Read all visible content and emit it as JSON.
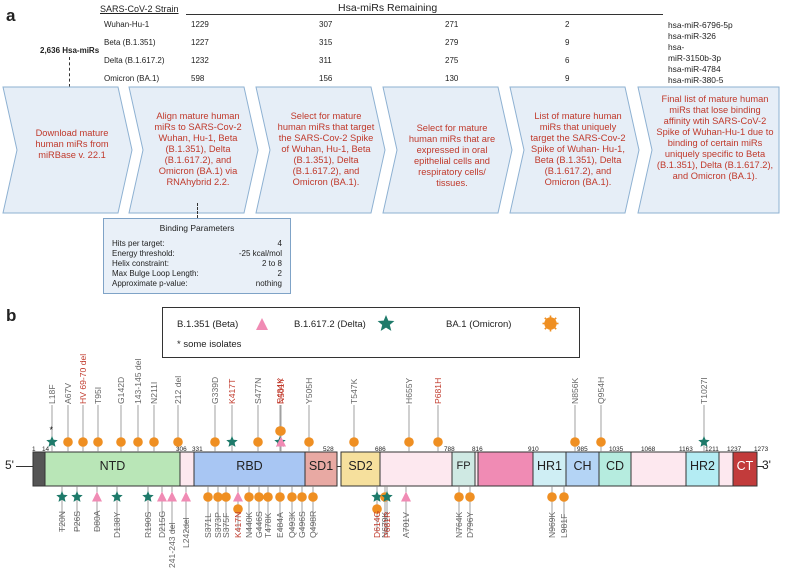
{
  "panel_a": {
    "letter": "a",
    "strain_header": "SARS-CoV-2 Strain",
    "remaining_header": "Hsa-miRs Remaining",
    "total_label": "2,636 Hsa-miRs",
    "strains": [
      {
        "name": "Wuhan-Hu-1",
        "values": [
          "1229",
          "307",
          "271",
          "2"
        ]
      },
      {
        "name": "Beta (B.1.351)",
        "values": [
          "1227",
          "315",
          "279",
          "9"
        ]
      },
      {
        "name": "Delta (B.1.617.2)",
        "values": [
          "1232",
          "311",
          "275",
          "6"
        ]
      },
      {
        "name": "Omicron (BA.1)",
        "values": [
          "598",
          "156",
          "130",
          "9"
        ]
      }
    ],
    "final_mirs": [
      "hsa-miR-6796-5p",
      "hsa-miR-326",
      "hsa-",
      "miR-3150b-3p",
      "hsa-miR-4784",
      "hsa-miR-380-5"
    ],
    "steps": [
      "Download mature human miRs from miRBase v. 22.1",
      "Align mature human miRs to SARS-Cov-2 Wuhan, Hu-1, Beta (B.1.351), Delta (B.1.617.2), and Omicron (BA.1) via RNAhybrid 2.2.",
      "Select for mature human miRs that target the SARS-Cov-2 Spike of Wuhan, Hu-1, Beta (B.1.351), Delta (B.1.617.2), and Omicron (BA.1).",
      "Select for mature human miRs that are expressed in oral epithelial cells and respiratory cells/ tissues.",
      "List of mature human miRs that uniquely target the SARS-Cov-2 Spike of Wuhan- Hu-1, Beta (B.1.351), Delta (B.1.617.2), and Omicron (BA.1).",
      "Final list of mature human miRs that lose binding affinity wtih SARS-CoV-2 Spike of Wuhan-Hu-1 due to binding of certain miRs uniquely specific to Beta (B.1.351), Delta (B.1.617.2), and Omicron (BA.1)."
    ],
    "binding": {
      "title": "Binding Parameters",
      "rows": [
        {
          "label": "Hits per target:",
          "value": "4"
        },
        {
          "label": "Energy threshold:",
          "value": "-25 kcal/mol"
        },
        {
          "label": "Helix constraint:",
          "value": "2 to 8"
        },
        {
          "label": "Max Bulge Loop Length:",
          "value": "2"
        },
        {
          "label": "Approximate p-value:",
          "value": "nothing"
        }
      ]
    }
  },
  "panel_b": {
    "letter": "b",
    "legend": {
      "beta": "B.1.351 (Beta)",
      "delta": "B.1.617.2 (Delta)",
      "omicron": "BA.1 (Omicron)",
      "note": "* some isolates"
    },
    "ends": {
      "five": "5'",
      "three": "3'"
    },
    "colors": {
      "beta": "#f08bb4",
      "delta": "#1e7a6a",
      "omicron": "#ef8f22",
      "highlight": "#c0392b",
      "label": "#666666"
    },
    "domains": [
      "NTD",
      "RBD",
      "SD1",
      "SD2",
      "FP",
      "HR1",
      "CH",
      "CD",
      "HR2",
      "CT"
    ],
    "positions": [
      "1",
      "14",
      "306",
      "331",
      "528",
      "686",
      "788",
      "816",
      "910",
      "985",
      "1035",
      "1068",
      "1163",
      "1211",
      "1237",
      "1273"
    ],
    "top_mutations": [
      {
        "text": "L18F",
        "variant": "delta",
        "note": "*"
      },
      {
        "text": "A67V",
        "variant": "omicron"
      },
      {
        "text": "HV 69-70 del",
        "variant": "omicron",
        "highlight": true
      },
      {
        "text": "T95I",
        "variant": "omicron"
      },
      {
        "text": "G142D",
        "variant": "omicron"
      },
      {
        "text": "143-145 del",
        "variant": "omicron"
      },
      {
        "text": "N211I",
        "variant": "omicron"
      },
      {
        "text": "212 del",
        "variant": "omicron"
      },
      {
        "text": "G339D",
        "variant": "omicron"
      },
      {
        "text": "K417T",
        "variant": "delta",
        "highlight": true
      },
      {
        "text": "S477N",
        "variant": "omicron"
      },
      {
        "text": "E484K",
        "variant": "delta",
        "highlight": true,
        "note": "*"
      },
      {
        "text": "N501Y",
        "variant": "beta",
        "highlight": true
      },
      {
        "text": "Y505H",
        "variant": "omicron"
      },
      {
        "text": "T547K",
        "variant": "omicron"
      },
      {
        "text": "H655Y",
        "variant": "omicron"
      },
      {
        "text": "P681H",
        "variant": "omicron",
        "highlight": true
      },
      {
        "text": "N856K",
        "variant": "omicron"
      },
      {
        "text": "Q954H",
        "variant": "omicron"
      },
      {
        "text": "T1027I",
        "variant": "delta"
      }
    ],
    "bottom_mutations": [
      {
        "text": "T20N",
        "variant": "delta"
      },
      {
        "text": "P26S",
        "variant": "delta"
      },
      {
        "text": "D80A",
        "variant": "beta"
      },
      {
        "text": "D138Y",
        "variant": "delta"
      },
      {
        "text": "R190S",
        "variant": "delta"
      },
      {
        "text": "D215G",
        "variant": "beta"
      },
      {
        "text": "241-243 del",
        "variant": "beta"
      },
      {
        "text": "L242del",
        "variant": "beta"
      },
      {
        "text": "S371L",
        "variant": "omicron"
      },
      {
        "text": "S373P",
        "variant": "omicron"
      },
      {
        "text": "S375F",
        "variant": "omicron"
      },
      {
        "text": "K417N",
        "variant": "beta",
        "highlight": true
      },
      {
        "text": "N440K",
        "variant": "omicron"
      },
      {
        "text": "G446S",
        "variant": "omicron"
      },
      {
        "text": "T478K",
        "variant": "omicron"
      },
      {
        "text": "E484A",
        "variant": "omicron"
      },
      {
        "text": "Q493K",
        "variant": "omicron"
      },
      {
        "text": "G496S",
        "variant": "omicron"
      },
      {
        "text": "Q498R",
        "variant": "omicron"
      },
      {
        "text": "D614G",
        "variant": "delta",
        "highlight": true
      },
      {
        "text": "N679K",
        "variant": "omicron"
      },
      {
        "text": "P681R",
        "variant": "delta",
        "highlight": true
      },
      {
        "text": "A701V",
        "variant": "beta"
      },
      {
        "text": "N764K",
        "variant": "omicron"
      },
      {
        "text": "D796Y",
        "variant": "omicron"
      },
      {
        "text": "N969K",
        "variant": "omicron"
      },
      {
        "text": "L981F",
        "variant": "omicron"
      }
    ]
  }
}
